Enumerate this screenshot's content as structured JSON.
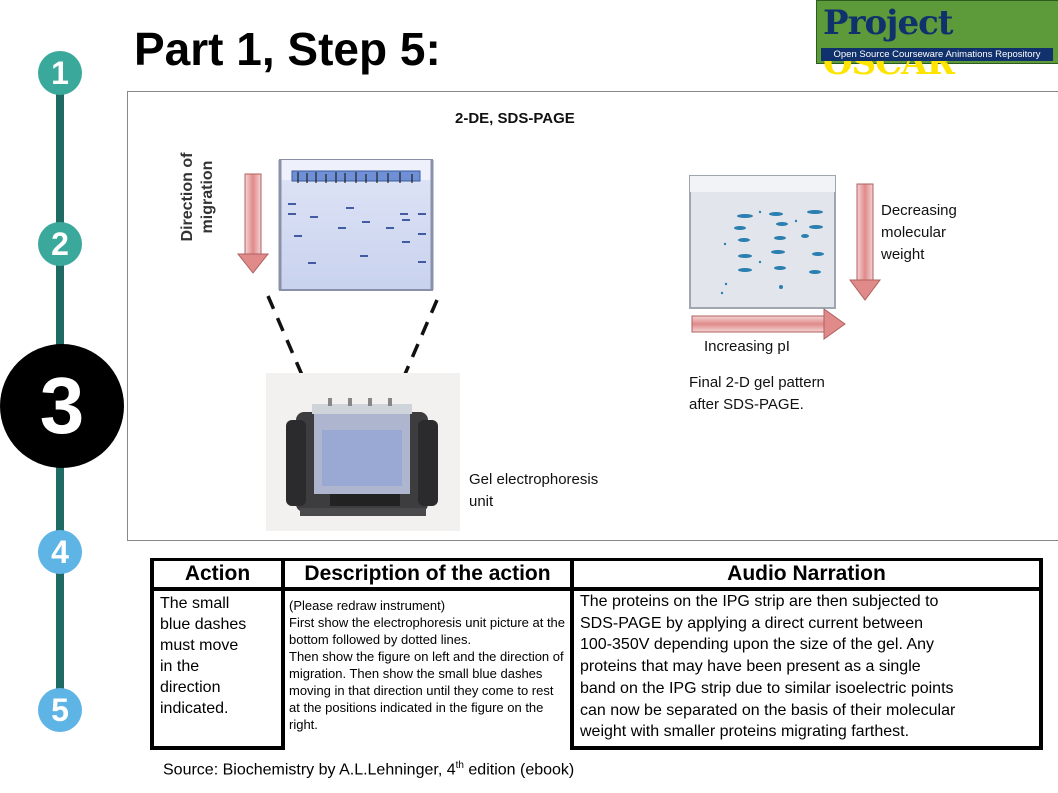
{
  "header": {
    "title": "Part 1, Step 5:"
  },
  "logo": {
    "line1_a": "Project",
    "line1_b": "OSCAR",
    "line2": "Open Source Courseware Animations Repository"
  },
  "steps": [
    "1",
    "2",
    "3",
    "4",
    "5"
  ],
  "figure": {
    "heading": "2-DE, SDS-PAGE",
    "direction_label": [
      "Direction of",
      "migration"
    ],
    "unit_label": [
      "Gel electrophoresis",
      "unit"
    ],
    "increasing_pi": "Increasing pI",
    "decreasing_mw": [
      "Decreasing",
      "molecular",
      "weight"
    ],
    "final_caption": [
      "Final 2-D gel pattern",
      "after SDS-PAGE."
    ]
  },
  "table": {
    "headers": {
      "action": "Action",
      "description": "Description of the action",
      "audio": "Audio Narration"
    },
    "action": [
      "The small",
      "blue dashes",
      "must move",
      "in the",
      "direction",
      "indicated."
    ],
    "description": [
      "(Please redraw instrument)",
      "First show the electrophoresis unit picture at the bottom followed by dotted lines.",
      "Then show the figure on left and the direction of migration. Then show the small blue dashes moving in that direction until they come to rest at the positions indicated in the figure on the right."
    ],
    "audio": [
      "The proteins on the IPG strip are then subjected to",
      "SDS-PAGE by applying a direct current between",
      "100-350V depending upon the size of the gel. Any",
      "proteins that may have been present as a single",
      "band on the IPG strip due to similar isoelectric points",
      "can now be separated on the basis of their molecular",
      "weight with smaller proteins migrating farthest."
    ]
  },
  "source": {
    "prefix": "Source: Biochemistry by A.L.Lehninger, 4",
    "sup": "th",
    "suffix": " edition (ebook)"
  },
  "colors": {
    "rail": "#1f6b63",
    "teal": "#3aa99c",
    "blue": "#5fb4e6",
    "arrow": "#e8a0a0",
    "dash": "#2a7fb0"
  }
}
